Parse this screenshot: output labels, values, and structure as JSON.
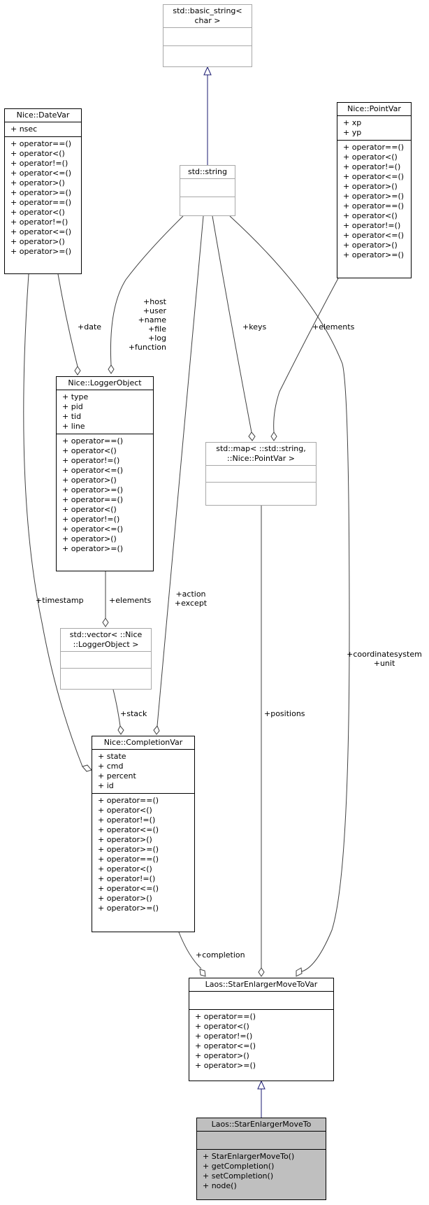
{
  "classes": {
    "basic_string": {
      "title": [
        "std::basic_string<",
        "char >"
      ],
      "attributes": [],
      "methods": []
    },
    "string": {
      "title": [
        "std::string"
      ],
      "attributes": [],
      "methods": []
    },
    "datevar": {
      "title": [
        "Nice::DateVar"
      ],
      "attributes": [
        "+ nsec"
      ],
      "methods": [
        "+ operator==()",
        "+ operator<()",
        "+ operator!=()",
        "+ operator<=()",
        "+ operator>()",
        "+ operator>=()",
        "+ operator==()",
        "+ operator<()",
        "+ operator!=()",
        "+ operator<=()",
        "+ operator>()",
        "+ operator>=()"
      ]
    },
    "pointvar": {
      "title": [
        "Nice::PointVar"
      ],
      "attributes": [
        "+ xp",
        "+ yp"
      ],
      "methods": [
        "+ operator==()",
        "+ operator<()",
        "+ operator!=()",
        "+ operator<=()",
        "+ operator>()",
        "+ operator>=()",
        "+ operator==()",
        "+ operator<()",
        "+ operator!=()",
        "+ operator<=()",
        "+ operator>()",
        "+ operator>=()"
      ]
    },
    "loggerobject": {
      "title": [
        "Nice::LoggerObject"
      ],
      "attributes": [
        "+ type",
        "+ pid",
        "+ tid",
        "+ line"
      ],
      "methods": [
        "+ operator==()",
        "+ operator<()",
        "+ operator!=()",
        "+ operator<=()",
        "+ operator>()",
        "+ operator>=()",
        "+ operator==()",
        "+ operator<()",
        "+ operator!=()",
        "+ operator<=()",
        "+ operator>()",
        "+ operator>=()"
      ]
    },
    "map": {
      "title": [
        "std::map< ::std::string,",
        "::Nice::PointVar >"
      ],
      "attributes": [],
      "methods": []
    },
    "vector": {
      "title": [
        "std::vector< ::Nice",
        "::LoggerObject >"
      ],
      "attributes": [],
      "methods": []
    },
    "completionvar": {
      "title": [
        "Nice::CompletionVar"
      ],
      "attributes": [
        "+ state",
        "+ cmd",
        "+ percent",
        "+ id"
      ],
      "methods": [
        "+ operator==()",
        "+ operator<()",
        "+ operator!=()",
        "+ operator<=()",
        "+ operator>()",
        "+ operator>=()",
        "+ operator==()",
        "+ operator<()",
        "+ operator!=()",
        "+ operator<=()",
        "+ operator>()",
        "+ operator>=()"
      ]
    },
    "movetovar": {
      "title": [
        "Laos::StarEnlargerMoveToVar"
      ],
      "attributes": [],
      "methods": [
        "+ operator==()",
        "+ operator<()",
        "+ operator!=()",
        "+ operator<=()",
        "+ operator>()",
        "+ operator>=()"
      ]
    },
    "moveto": {
      "title": [
        "Laos::StarEnlargerMoveTo"
      ],
      "attributes": [],
      "methods": [
        "+ StarEnlargerMoveTo()",
        "+ getCompletion()",
        "+ setCompletion()",
        "+ node()"
      ]
    }
  },
  "edge_labels": {
    "date": [
      "+date"
    ],
    "logger_strings": [
      "+host",
      "+user",
      "+name",
      "+file",
      "+log",
      "+function"
    ],
    "keys": [
      "+keys"
    ],
    "point_elements": [
      "+elements"
    ],
    "timestamp": [
      "+timestamp"
    ],
    "logger_elements": [
      "+elements"
    ],
    "action": [
      "+action",
      "+except"
    ],
    "coordsys": [
      "+coordinatesystem",
      "+unit"
    ],
    "stack": [
      "+stack"
    ],
    "positions": [
      "+positions"
    ],
    "completion": [
      "+completion"
    ]
  },
  "colors": {
    "inheritance": "#191970",
    "association": "#404040",
    "grey_border": "#a8a8a8",
    "current_class_fill": "#bfbfbf"
  }
}
